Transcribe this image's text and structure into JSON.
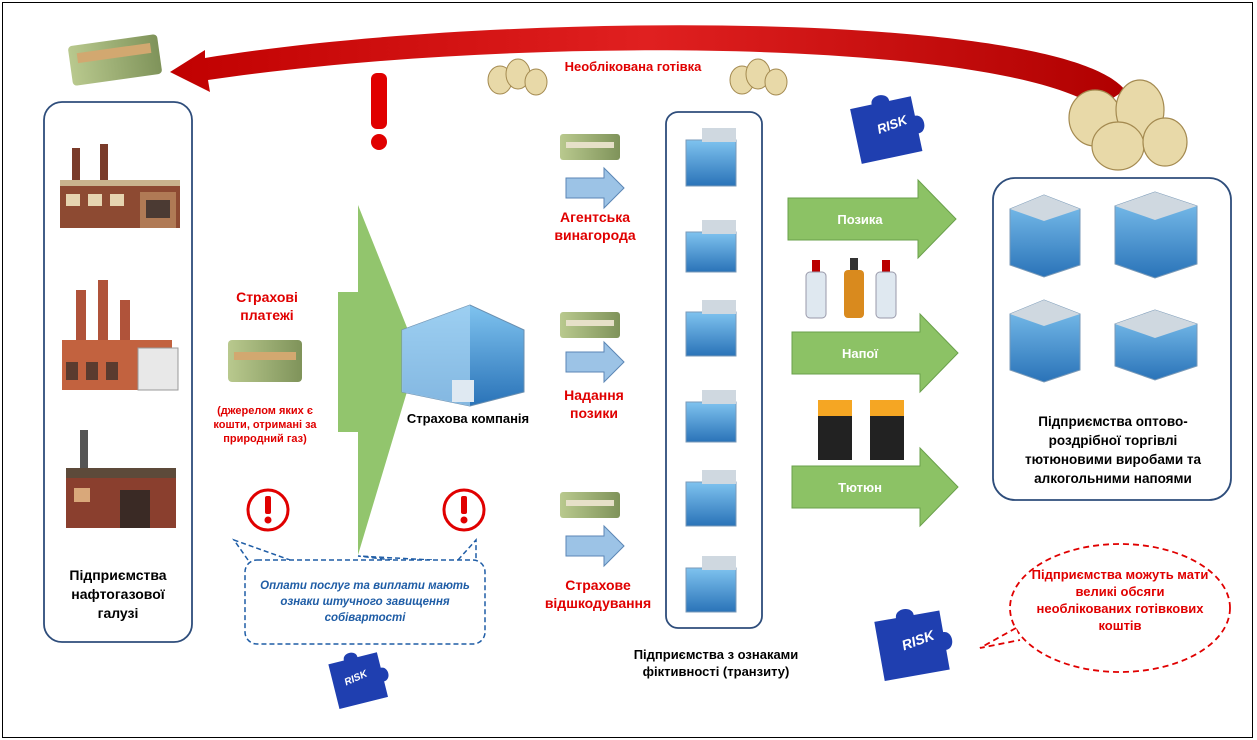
{
  "top_flow_label": "Необлікована готівка",
  "left_group_label": "Підприємства нафтогазової галузі",
  "insurance_payments_label": "Страхові платежі",
  "insurance_payments_note": "(джерелом яких є кошти, отримані за природний газ)",
  "insurance_company_label": "Страхова компанія",
  "flows": [
    "Агентська винагорода",
    "Надання позики",
    "Страхове відшкодування"
  ],
  "transit_label": "Підприємства з ознаками фіктивності (транзиту)",
  "arrows_right": [
    "Позика",
    "Напої",
    "Тютюн"
  ],
  "retail_label": "Підприємства оптово-роздрібної торгівлі тютюновими виробами та алкогольними напоями",
  "warning_note": "Оплати послуг та виплати мають ознаки штучного завищення собівартості",
  "risk_note": "Підприємства можуть мати великі обсяги необлікованих готівкових коштів",
  "puzzle_label": "RISK",
  "colors": {
    "red": "#e00000",
    "green": "#8cc265",
    "blue": "#1f5da6",
    "box_border": "#2e4d7b",
    "arrow_blue": "#9cc3e6"
  }
}
